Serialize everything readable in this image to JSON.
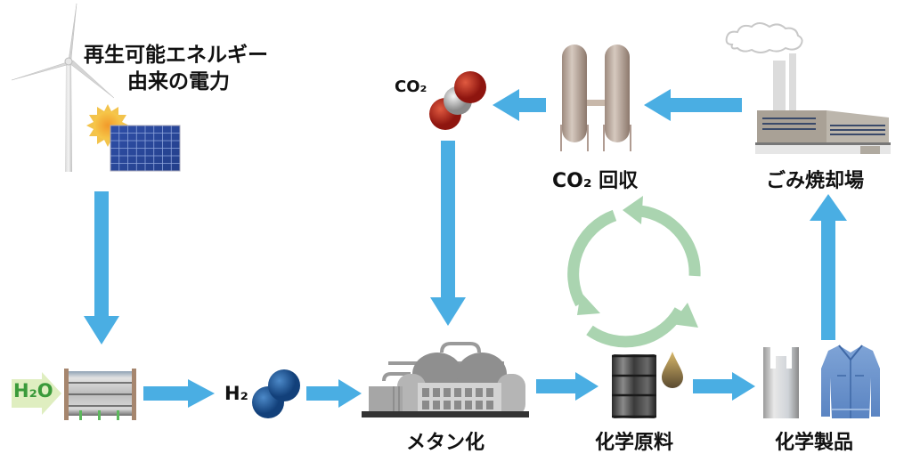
{
  "colors": {
    "flow_arrow": "#4aaee3",
    "cycle_arrow": "#aad4b0",
    "h2o_arrow": "#dfeec0",
    "h2o_text": "#3a9a3a",
    "co2_red": "#b7251c",
    "h2_blue": "#1f5fa0"
  },
  "labels": {
    "renewable_line1": "再生可能エネルギー",
    "renewable_line2": "由来の電力",
    "co2_molecule": "CO₂",
    "co2_capture": "CO₂ 回収",
    "incinerator": "ごみ焼却場",
    "h2o": "H₂O",
    "h2": "H₂",
    "methanation": "メタン化",
    "chemical_feedstock": "化学原料",
    "chemical_products": "化学製品"
  },
  "icons": {
    "wind_turbine": "wind-turbine-icon",
    "sun": "sun-icon",
    "solar_panel": "solar-panel-icon",
    "co2_molecule": "co2-molecule-icon",
    "capture_towers": "co2-capture-towers-icon",
    "incinerator_factory": "incinerator-factory-icon",
    "electrolyzer": "electrolyzer-icon",
    "h2_molecule": "h2-molecule-icon",
    "methanation_plant": "methanation-plant-icon",
    "oil_drum": "oil-drum-icon",
    "oil_drop": "oil-drop-icon",
    "plastic_bag": "plastic-bag-icon",
    "jacket": "jacket-icon",
    "recycle_cycle": "recycle-cycle-icon"
  }
}
